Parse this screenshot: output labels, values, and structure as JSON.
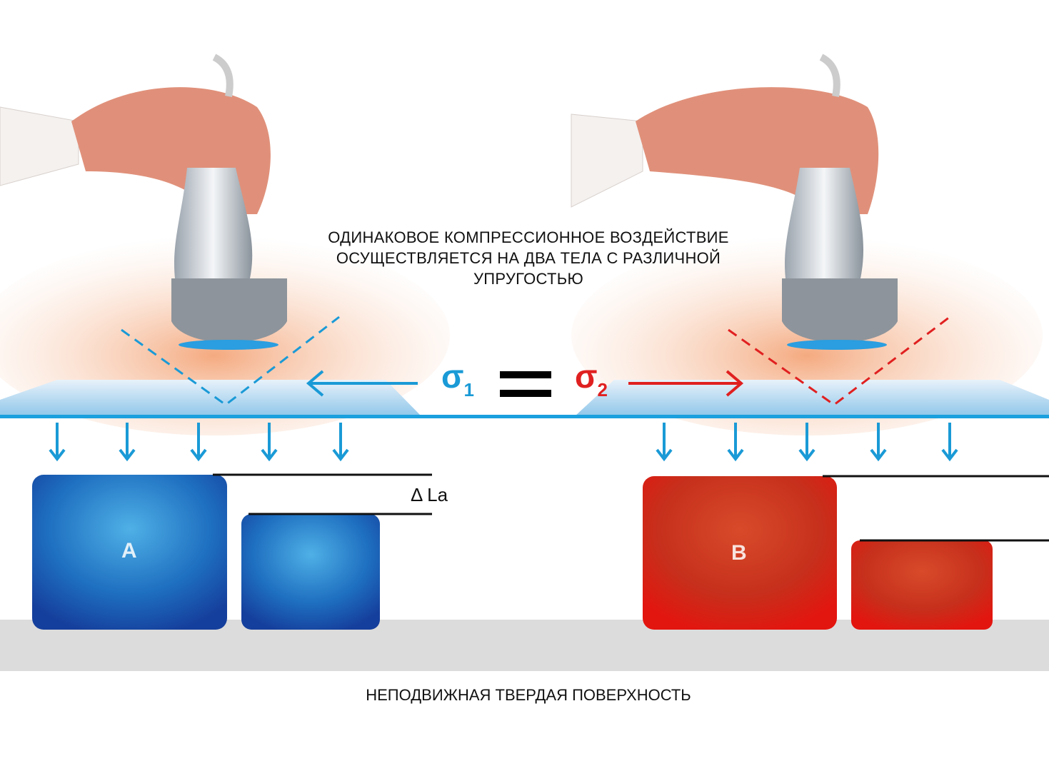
{
  "caption": "ОДИНАКОВОЕ КОМПРЕССИОННОЕ ВОЗДЕЙСТВИЕ ОСУЩЕСТВЛЯЕТСЯ НА ДВА ТЕЛА С РАЗЛИЧНОЙ УПРУГОСТЬЮ",
  "stress_left": {
    "symbol": "σ",
    "sub": "1",
    "color": "#1a9ad6"
  },
  "stress_right": {
    "symbol": "σ",
    "sub": "2",
    "color": "#e02020"
  },
  "equals": "=",
  "delta_label": "Δ La",
  "block_a": {
    "label": "A",
    "color": "#1e6fc0"
  },
  "block_b": {
    "label": "B",
    "color": "#d8261c"
  },
  "floor_label": "НЕПОДВИЖНАЯ ТВЕРДАЯ ПОВЕРХНОСТЬ"
}
